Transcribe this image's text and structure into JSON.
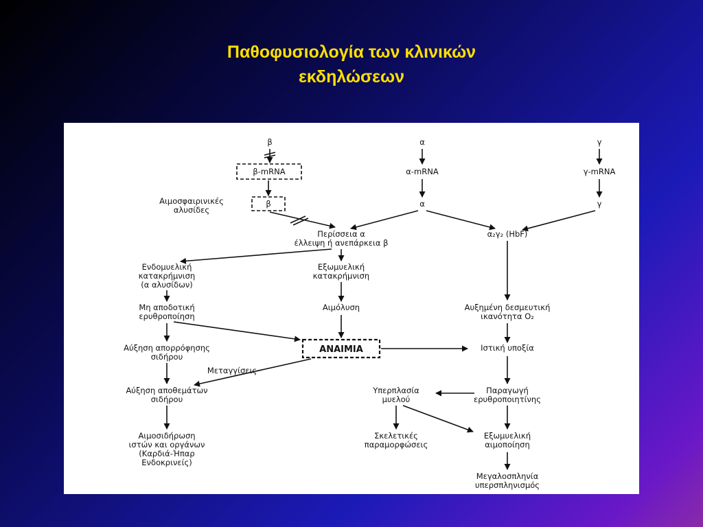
{
  "title": {
    "line1": "Παθοφυσιολογία των κλινικών",
    "line2": "εκδηλώσεων"
  },
  "nodes": {
    "beta": "β",
    "beta_mrna": "β-mRNA",
    "beta_chain": "β",
    "globin_chains_1": "Αιμοσφαιρινικές",
    "globin_chains_2": "αλυσίδες",
    "alpha": "α",
    "alpha_mrna": "α-mRNA",
    "alpha_chain": "α",
    "gamma": "γ",
    "gamma_mrna": "γ-mRNA",
    "gamma_chain": "γ",
    "excess_1": "Περίσσεια α",
    "excess_2": "έλλειψη ή ανεπάρκεια β",
    "hbf": "α₂γ₂ (HbF)",
    "intra_1": "Ενδομυελική",
    "intra_2": "κατακρήμνιση",
    "intra_3": "(α αλυσίδων)",
    "extra_1": "Εξωμυελική",
    "extra_2": "κατακρήμνιση",
    "ineff_1": "Μη αποδοτική",
    "ineff_2": "ερυθροποίηση",
    "hemolysis": "Αιμόλυση",
    "o2_1": "Αυξημένη δεσμευτική",
    "o2_2": "ικανότητα O₂",
    "iron_abs_1": "Αύξηση απορρόφησης",
    "iron_abs_2": "σιδήρου",
    "anemia": "ΑΝΑΙΜΙΑ",
    "hypoxia": "Ιστική υποξία",
    "transfusions": "Μεταγγίσεις",
    "iron_stores_1": "Αύξηση αποθεμάτων",
    "iron_stores_2": "σιδήρου",
    "hyperplasia_1": "Υπερπλασία",
    "hyperplasia_2": "μυελού",
    "epo_1": "Παραγωγή",
    "epo_2": "ερυθροποιητίνης",
    "hemosid_1": "Αιμοσιδήρωση",
    "hemosid_2": "ιστών και οργάνων",
    "hemosid_3": "(Καρδιά-Ήπαρ",
    "hemosid_4": "Ενδοκρινείς)",
    "skeletal_1": "Σκελετικές",
    "skeletal_2": "παραμορφώσεις",
    "extramed_1": "Εξωμυελική",
    "extramed_2": "αιμοποίηση",
    "spleno_1": "Μεγαλοσπληνία",
    "spleno_2": "υπερσπληνισμός"
  }
}
